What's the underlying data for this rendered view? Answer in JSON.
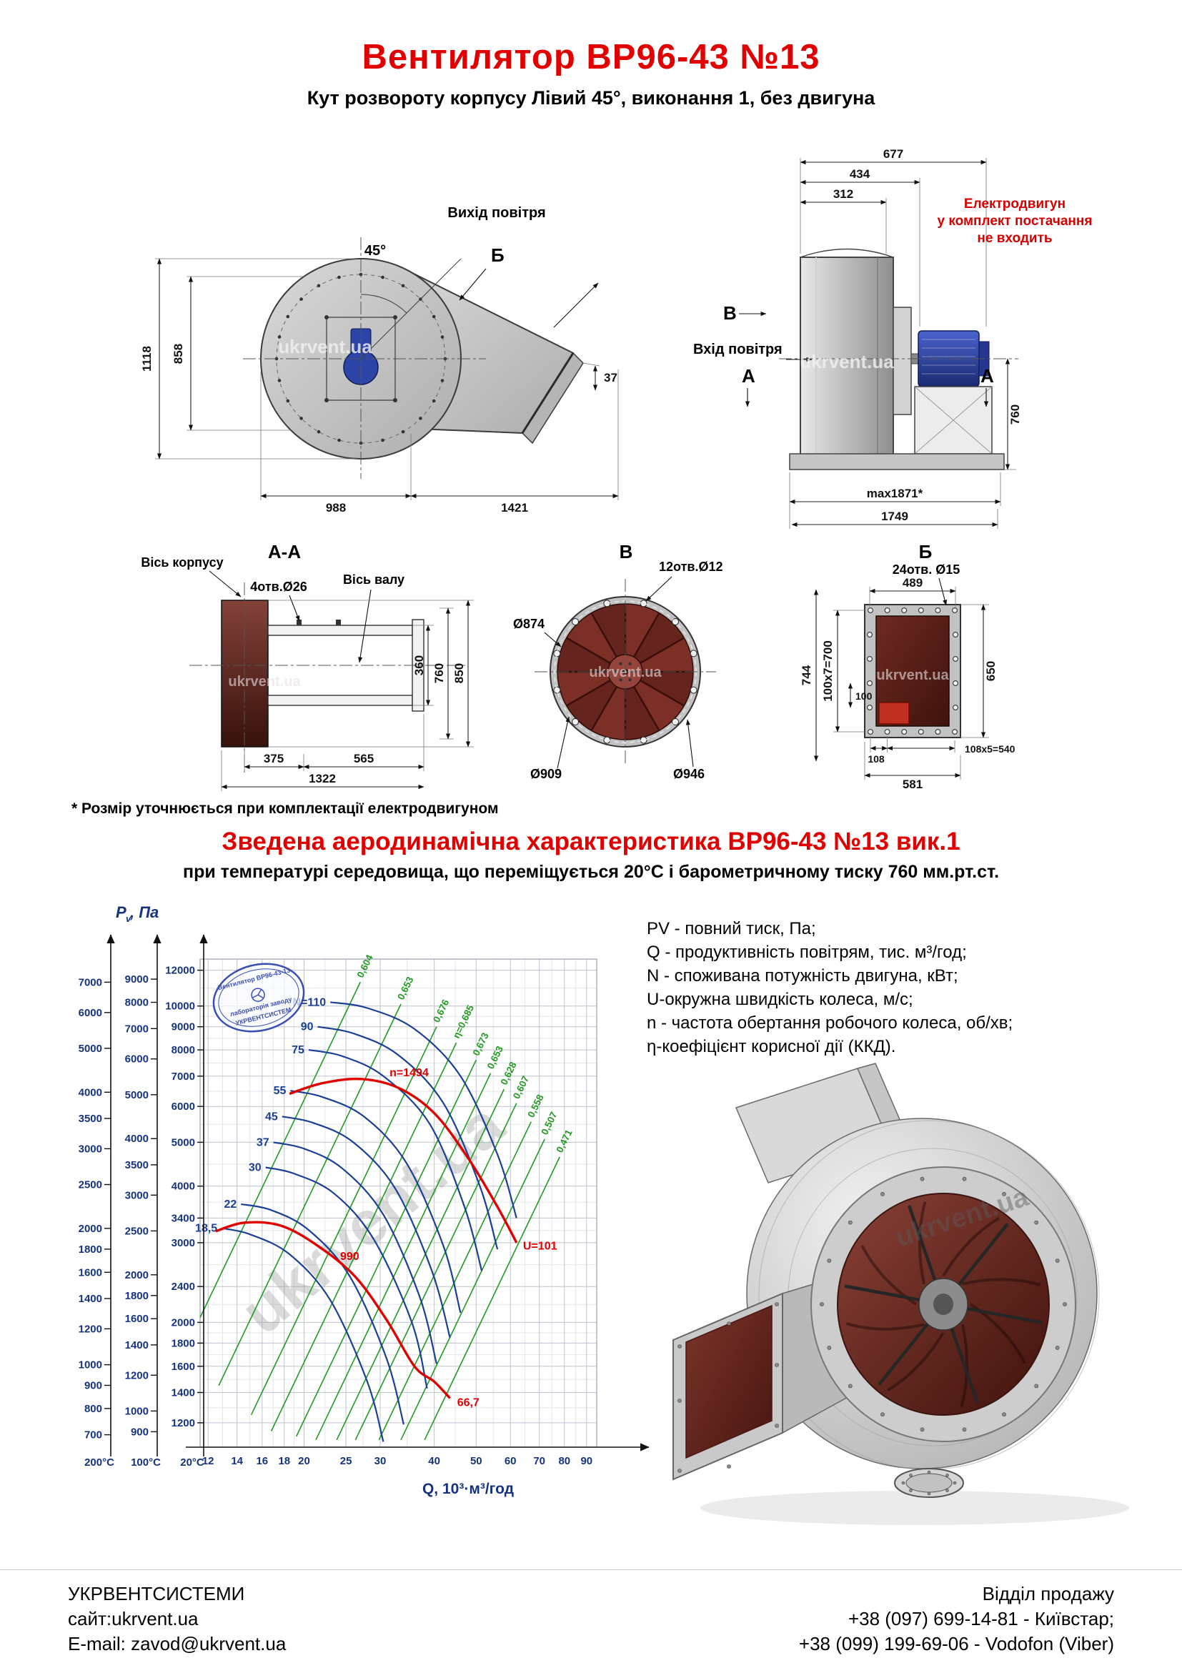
{
  "page": {
    "title": "Вентилятор  ВР96-43 №13",
    "subtitle": "Кут розвороту корпусу Лівий 45°, виконання 1, без двигуна",
    "watermark": "ukrvent.ua"
  },
  "front_view": {
    "angle": "45°",
    "air_out": "Вихід повітря",
    "letter_b": "Б",
    "d858": "858",
    "d1118": "1118",
    "d988": "988",
    "d1421": "1421",
    "d37": "37"
  },
  "side_view": {
    "d677": "677",
    "d434": "434",
    "d312": "312",
    "note1": "Електродвигун",
    "note2": "у комплект постачання",
    "note3": "не входить",
    "letter_v": "В",
    "air_in": "Вхід повітря",
    "letter_a": "А",
    "d760": "760",
    "dmax": "max1871*",
    "d1749": "1749"
  },
  "section_aa": {
    "title": "А-А",
    "axis_housing": "Вісь корпусу",
    "holes": "4отв.Ø26",
    "axis_shaft": "Вісь валу",
    "d360": "360",
    "d760": "760",
    "d850": "850",
    "d375": "375",
    "d565": "565",
    "d1322": "1322"
  },
  "view_v": {
    "title": "В",
    "holes": "12отв.Ø12",
    "d874": "Ø874",
    "d909": "Ø909",
    "d946": "Ø946"
  },
  "view_b": {
    "title": "Б",
    "holes": "24отв. Ø15",
    "d489": "489",
    "d744": "744",
    "d100x7": "100х7=700",
    "d100": "100",
    "d650": "650",
    "d108": "108",
    "d108x5": "108х5=540",
    "d581": "581"
  },
  "footnote": "* Розмір уточнюється при комплектації електродвигуном",
  "aero": {
    "heading": "Зведена аеродинамічна характеристика ВР96-43 №13 вик.1",
    "subheading": "при температурі середовища, що переміщується 20°С і барометричному тиску 760 мм.рт.ст.",
    "p_main": "P",
    "p_sub": "v",
    "p_rest": ", Па",
    "x_axis_label": "Q, 10³·м³/год",
    "definitions": [
      "PV - повний тиск, Па;",
      "Q - продуктивність повітрям, тис. м³/год;",
      "N - споживана потужність двигуна, кВт;",
      "U-окружна швидкість колеса, м/с;",
      "n - частота обертання робочого колеса, об/хв;",
      "η-коефіцієнт корисної дії (ККД)."
    ]
  },
  "stamp": {
    "line1": "Вентилятор ВР96-43-13",
    "line2": "лабораторія заводу",
    "line3": "УКРВЕНТСИСТЕМ"
  },
  "chart_data": {
    "type": "line",
    "title": "Зведена аеродинамічна характеристика ВР96-43 №13 вик.1",
    "xlabel": "Q, 10³·м³/год",
    "ylabel": "Pv, Па",
    "x_scale": "log",
    "y_scale": "log",
    "x_range": [
      11.5,
      95
    ],
    "y_range": [
      1060,
      12700
    ],
    "x_ticks": [
      12,
      14,
      16,
      18,
      20,
      25,
      30,
      40,
      50,
      60,
      70,
      80,
      90
    ],
    "y_axes": [
      {
        "temp": "200°С",
        "factor": 0.62,
        "ticks": [
          7000,
          6000,
          5000,
          4000,
          3500,
          3000,
          2500,
          2000,
          1800,
          1600,
          1400,
          1200,
          1000,
          900,
          800,
          700
        ]
      },
      {
        "temp": "100°С",
        "factor": 0.785,
        "ticks": [
          9000,
          8000,
          7000,
          6000,
          5000,
          4000,
          3500,
          3000,
          2500,
          2000,
          1800,
          1600,
          1400,
          1200,
          1000,
          900
        ]
      },
      {
        "temp": "20°С",
        "factor": 1,
        "ticks": [
          12000,
          10000,
          9000,
          8000,
          7000,
          6000,
          5000,
          4000,
          3400,
          3000,
          2400,
          2000,
          1800,
          1600,
          1400,
          1200
        ]
      }
    ],
    "power_curves": [
      {
        "label": "N=110",
        "points": [
          [
            23,
            10200
          ],
          [
            28,
            9900
          ],
          [
            36,
            8900
          ],
          [
            46,
            7000
          ],
          [
            56,
            4700
          ],
          [
            62,
            3400
          ]
        ]
      },
      {
        "label": "90",
        "points": [
          [
            21.5,
            9000
          ],
          [
            26,
            8700
          ],
          [
            33,
            7800
          ],
          [
            42,
            6100
          ],
          [
            51,
            4000
          ],
          [
            56,
            2900
          ]
        ]
      },
      {
        "label": "75",
        "points": [
          [
            20.5,
            8000
          ],
          [
            24.5,
            7750
          ],
          [
            30.5,
            7000
          ],
          [
            39,
            5500
          ],
          [
            47,
            3600
          ],
          [
            51.5,
            2600
          ]
        ]
      },
      {
        "label": "55",
        "points": [
          [
            18.6,
            6500
          ],
          [
            22,
            6300
          ],
          [
            27.5,
            5700
          ],
          [
            34.5,
            4500
          ],
          [
            42,
            2950
          ],
          [
            46,
            2100
          ]
        ]
      },
      {
        "label": "45",
        "points": [
          [
            17.8,
            5700
          ],
          [
            21,
            5520
          ],
          [
            26,
            5000
          ],
          [
            32.5,
            3950
          ],
          [
            39.5,
            2600
          ],
          [
            43.5,
            1850
          ]
        ]
      },
      {
        "label": "37",
        "points": [
          [
            17,
            5000
          ],
          [
            20,
            4840
          ],
          [
            24.5,
            4380
          ],
          [
            30.5,
            3460
          ],
          [
            37,
            2280
          ],
          [
            40.5,
            1620
          ]
        ]
      },
      {
        "label": "30",
        "points": [
          [
            16.3,
            4400
          ],
          [
            19,
            4260
          ],
          [
            23.5,
            3850
          ],
          [
            29,
            3050
          ],
          [
            35.5,
            2000
          ],
          [
            38.5,
            1430
          ]
        ]
      },
      {
        "label": "22",
        "points": [
          [
            14.3,
            3650
          ],
          [
            16.8,
            3540
          ],
          [
            20.5,
            3200
          ],
          [
            25.5,
            2530
          ],
          [
            31,
            1670
          ],
          [
            34,
            1190
          ]
        ]
      },
      {
        "label": "18,5",
        "points": [
          [
            12.9,
            3230
          ],
          [
            15,
            3130
          ],
          [
            18.5,
            2830
          ],
          [
            23,
            2240
          ],
          [
            28,
            1480
          ],
          [
            30.5,
            1090
          ]
        ]
      }
    ],
    "speed_curves": [
      {
        "label": "n=1494",
        "label_q": 35,
        "label_p": 7000,
        "end_label": "U=101",
        "end_q": 62.5,
        "end_p": 2950,
        "points": [
          [
            18.5,
            6400
          ],
          [
            22,
            6750
          ],
          [
            27,
            6900
          ],
          [
            33,
            6600
          ],
          [
            40,
            5800
          ],
          [
            48,
            4600
          ],
          [
            56,
            3600
          ],
          [
            62,
            3000
          ]
        ]
      },
      {
        "label": "990",
        "label_q": 25.5,
        "label_p": 2750,
        "end_label": "66,7",
        "end_q": 44,
        "end_p": 1330,
        "points": [
          [
            12.5,
            3180
          ],
          [
            14.5,
            3320
          ],
          [
            17.5,
            3280
          ],
          [
            21,
            3000
          ],
          [
            26,
            2550
          ],
          [
            31,
            2030
          ],
          [
            36,
            1600
          ],
          [
            40,
            1480
          ],
          [
            43.5,
            1360
          ]
        ]
      }
    ],
    "efficiency_lines": [
      {
        "label": "0,604",
        "q1": 11.5,
        "p1": 2050,
        "q2": 27,
        "p2": 11300
      },
      {
        "label": "0,653",
        "q1": 12.7,
        "p1": 1450,
        "q2": 33.5,
        "p2": 10100
      },
      {
        "label": "0,676",
        "q1": 15.1,
        "p1": 1250,
        "q2": 40.5,
        "p2": 9000
      },
      {
        "label": "η=0,685",
        "q1": 16.8,
        "p1": 1150,
        "q2": 45,
        "p2": 8300
      },
      {
        "label": "0,673",
        "q1": 19.2,
        "p1": 1120,
        "q2": 50,
        "p2": 7600
      },
      {
        "label": "0,653",
        "q1": 21.3,
        "p1": 1100,
        "q2": 54,
        "p2": 7100
      },
      {
        "label": "0,628",
        "q1": 23.8,
        "p1": 1100,
        "q2": 58,
        "p2": 6550
      },
      {
        "label": "0,607",
        "q1": 26.3,
        "p1": 1100,
        "q2": 62,
        "p2": 6100
      },
      {
        "label": "0,558",
        "q1": 29.8,
        "p1": 1100,
        "q2": 67,
        "p2": 5550
      },
      {
        "label": "0,507",
        "q1": 33.5,
        "p1": 1100,
        "q2": 72,
        "p2": 5080
      },
      {
        "label": "0,471",
        "q1": 38,
        "p1": 1100,
        "q2": 78,
        "p2": 4640
      }
    ]
  },
  "footer": {
    "company": "УКРВЕНТСИСТЕМИ",
    "site": "сайт:ukrvent.ua",
    "email": "E-mail: zavod@ukrvent.ua",
    "sales": "Відділ продажу",
    "phone1": "+38 (097) 699-14-81 - Київстар;",
    "phone2": "+38 (099) 199-69-06 - Vodofon (Viber)"
  }
}
